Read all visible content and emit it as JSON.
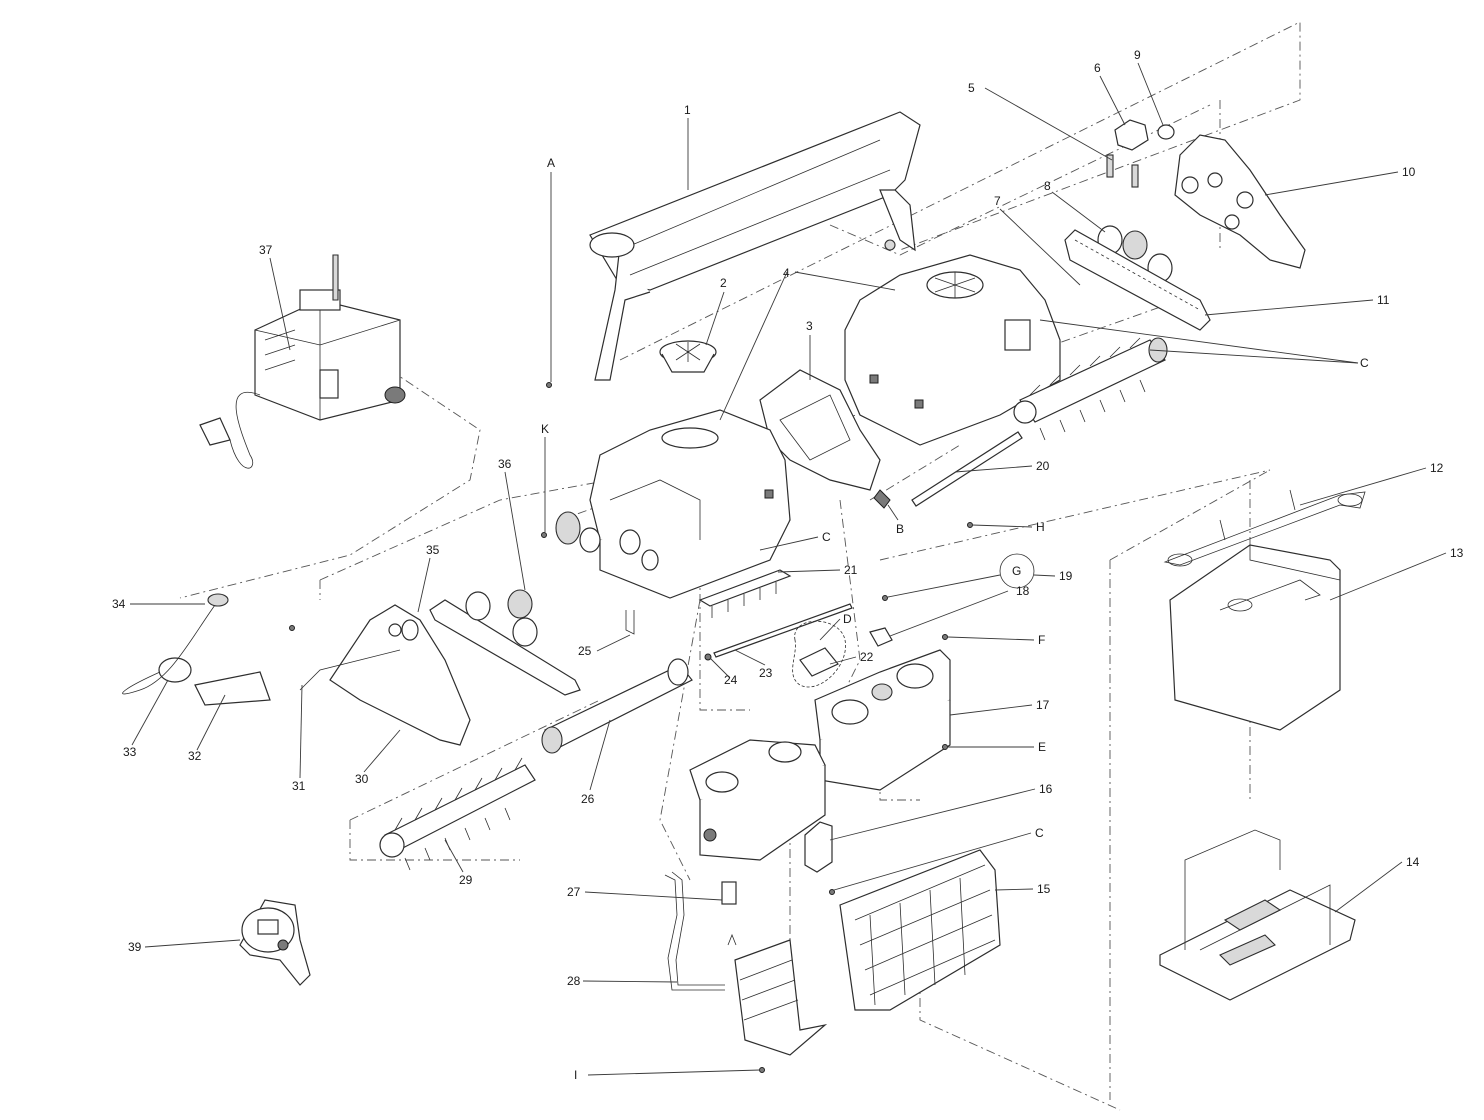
{
  "diagram": {
    "callouts": [
      {
        "id": "1",
        "label": "1"
      },
      {
        "id": "2",
        "label": "2"
      },
      {
        "id": "3",
        "label": "3"
      },
      {
        "id": "4",
        "label": "4"
      },
      {
        "id": "5",
        "label": "5"
      },
      {
        "id": "6",
        "label": "6"
      },
      {
        "id": "7",
        "label": "7"
      },
      {
        "id": "8",
        "label": "8"
      },
      {
        "id": "9",
        "label": "9"
      },
      {
        "id": "10",
        "label": "10"
      },
      {
        "id": "11",
        "label": "11"
      },
      {
        "id": "12",
        "label": "12"
      },
      {
        "id": "13",
        "label": "13"
      },
      {
        "id": "14",
        "label": "14"
      },
      {
        "id": "15",
        "label": "15"
      },
      {
        "id": "16",
        "label": "16"
      },
      {
        "id": "17",
        "label": "17"
      },
      {
        "id": "18",
        "label": "18"
      },
      {
        "id": "19",
        "label": "19"
      },
      {
        "id": "20",
        "label": "20"
      },
      {
        "id": "21",
        "label": "21"
      },
      {
        "id": "22",
        "label": "22"
      },
      {
        "id": "23",
        "label": "23"
      },
      {
        "id": "24",
        "label": "24"
      },
      {
        "id": "25",
        "label": "25"
      },
      {
        "id": "26",
        "label": "26"
      },
      {
        "id": "27",
        "label": "27"
      },
      {
        "id": "28",
        "label": "28"
      },
      {
        "id": "29",
        "label": "29"
      },
      {
        "id": "30",
        "label": "30"
      },
      {
        "id": "31",
        "label": "31"
      },
      {
        "id": "32",
        "label": "32"
      },
      {
        "id": "33",
        "label": "33"
      },
      {
        "id": "34",
        "label": "34"
      },
      {
        "id": "35",
        "label": "35"
      },
      {
        "id": "36",
        "label": "36"
      },
      {
        "id": "37",
        "label": "37"
      },
      {
        "id": "39",
        "label": "39"
      },
      {
        "id": "A",
        "label": "A"
      },
      {
        "id": "B",
        "label": "B"
      },
      {
        "id": "C1",
        "label": "C"
      },
      {
        "id": "C2",
        "label": "C"
      },
      {
        "id": "C3",
        "label": "C"
      },
      {
        "id": "D",
        "label": "D"
      },
      {
        "id": "E",
        "label": "E"
      },
      {
        "id": "F",
        "label": "F"
      },
      {
        "id": "G",
        "label": "G"
      },
      {
        "id": "H",
        "label": "H"
      },
      {
        "id": "I",
        "label": "I"
      },
      {
        "id": "K",
        "label": "K"
      }
    ]
  }
}
